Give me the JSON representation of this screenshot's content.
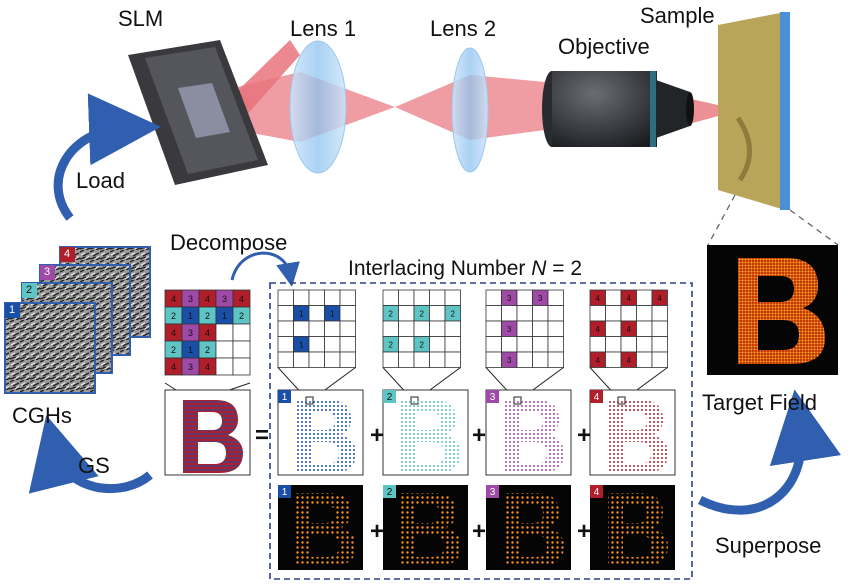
{
  "labels": {
    "slm": "SLM",
    "lens1": "Lens 1",
    "lens2": "Lens 2",
    "objective": "Objective",
    "sample": "Sample",
    "load": "Load",
    "decompose": "Decompose",
    "interlacing_prefix": "Interlacing Number ",
    "interlacing_var": "N",
    "interlacing_suffix": " = 2",
    "cghs": "CGHs",
    "gs": "GS",
    "target_field": "Target Field",
    "superpose": "Superpose"
  },
  "operators": {
    "equals": "=",
    "plus": "+"
  },
  "cgh_stack_numbers": [
    "4",
    "3",
    "2",
    "1"
  ],
  "pixel_grid": [
    [
      "4",
      "3",
      "4",
      "3",
      "4"
    ],
    [
      "2",
      "1",
      "2",
      "1",
      "2"
    ],
    [
      "4",
      "3",
      "4",
      "",
      ""
    ],
    [
      "2",
      "1",
      "2",
      "",
      ""
    ],
    [
      "4",
      "3",
      "4",
      "",
      ""
    ]
  ],
  "subgrid_labels": [
    "1",
    "2",
    "3",
    "4"
  ],
  "colors": {
    "c1": "#1a4fa8",
    "c2": "#5ec4c4",
    "c3": "#a04aa8",
    "c4": "#b01e2a",
    "beam": "#e8737c",
    "arrow": "#2f5fae",
    "dash_box": "#2d3e8c",
    "sample": "#b8a55a",
    "sample_edge": "#4a90d9",
    "target_glow": "#ff8a1c"
  }
}
